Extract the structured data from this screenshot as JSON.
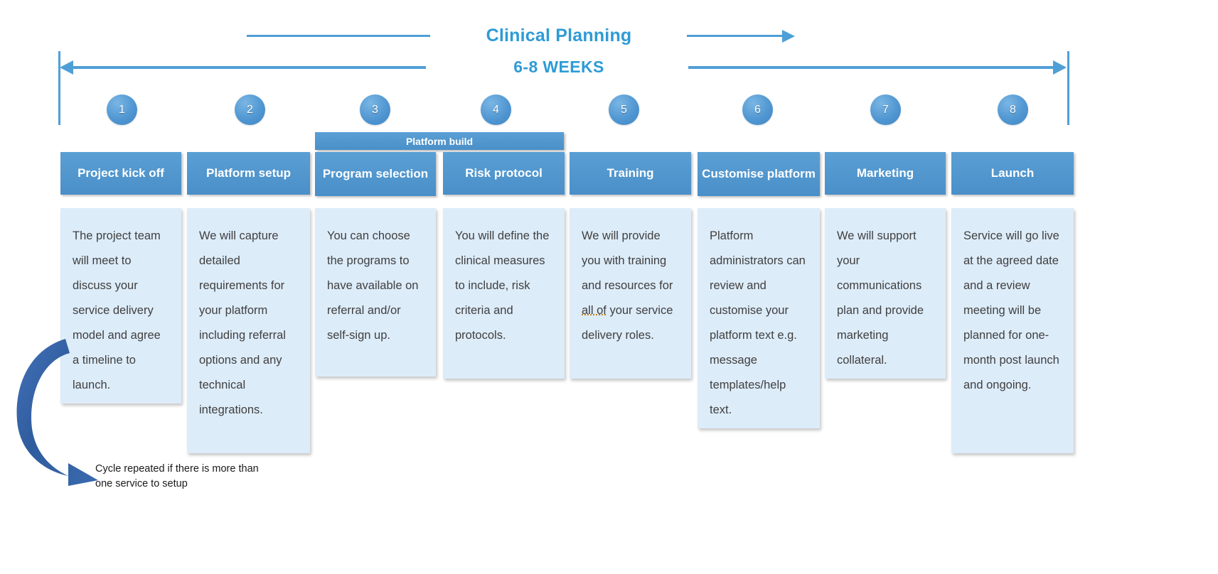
{
  "timeline": {
    "phase_label": "Clinical Planning",
    "duration_label": "6-8 WEEKS",
    "steps": [
      "1",
      "2",
      "3",
      "4",
      "5",
      "6",
      "7",
      "8"
    ],
    "accent_color": "#2E9BD6",
    "line_color": "#4E9FD6"
  },
  "banner": {
    "platform_build": "Platform build"
  },
  "columns": [
    {
      "number": "1",
      "title": "Project kick off",
      "body": "The project team will meet to discuss your service delivery model and agree a timeline to launch."
    },
    {
      "number": "2",
      "title": "Platform setup",
      "body": "We will capture detailed requirements for your platform including referral options and any technical integrations."
    },
    {
      "number": "3",
      "title": "Program selection",
      "body": "You can choose the programs to have available on referral and/or self-sign up."
    },
    {
      "number": "4",
      "title": "Risk protocol",
      "body": "You will define the clinical measures to include, risk criteria and protocols."
    },
    {
      "number": "5",
      "title": "Training",
      "body_pre": "We will provide you with training and resources for ",
      "body_marked": "all of",
      "body_post": " your service delivery roles."
    },
    {
      "number": "6",
      "title": "Customise platform",
      "body": "Platform administrators can review and customise your platform text e.g. message templates/help text."
    },
    {
      "number": "7",
      "title": "Marketing",
      "body": "We will support your communications plan and provide marketing collateral."
    },
    {
      "number": "8",
      "title": "Launch",
      "body": "Service will go live at the agreed date and a review meeting will be planned for one-month post launch and ongoing."
    }
  ],
  "cycle_note": {
    "text": "Cycle repeated if there is more than one service to setup"
  },
  "colors": {
    "header_blue": "#4a8fc8",
    "body_blue": "#DDECF9",
    "arrow_blue": "#2F5C9E",
    "grammar_underline": "#C08020"
  }
}
